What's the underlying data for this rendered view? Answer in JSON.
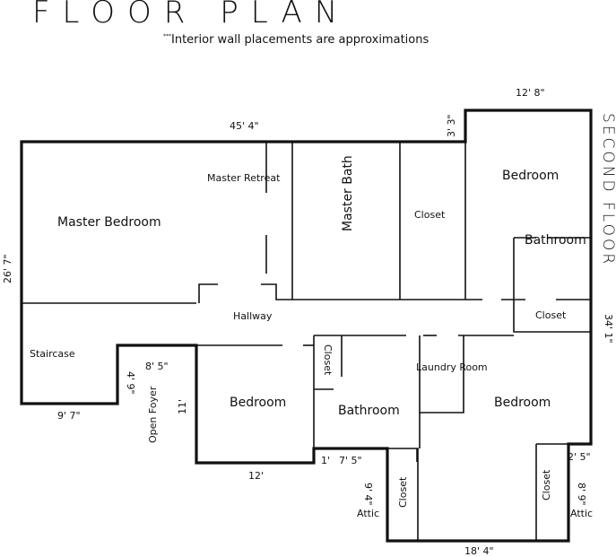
{
  "header": {
    "title": "FLOOR PLAN",
    "note_mark": "***",
    "note": "Interior wall placements are approximations",
    "floor_label": "SECOND FLOOR"
  },
  "rooms": {
    "master_bedroom": "Master Bedroom",
    "master_retreat": "Master Retreat",
    "master_bath": "Master Bath",
    "closet_master": "Closet",
    "bedroom_ne": "Bedroom",
    "bathroom_ne": "Bathroom",
    "closet_ne": "Closet",
    "hallway": "Hallway",
    "staircase": "Staircase",
    "open_foyer": "Open Foyer",
    "bedroom_sw": "Bedroom",
    "closet_mid": "Closet",
    "bathroom_mid": "Bathroom",
    "laundry": "Laundry Room",
    "bedroom_se": "Bedroom",
    "closet_attic_w": "Closet",
    "closet_attic_e": "Closet",
    "attic_w": "Attic",
    "attic_e": "Attic"
  },
  "dimensions": {
    "top_width": "45' 4\"",
    "ne_width": "12' 8\"",
    "step": "3' 3\"",
    "left_height": "26' 7\"",
    "right_height": "34' 1\"",
    "stair_width": "9' 7\"",
    "foyer_width": "8' 5\"",
    "foyer_depth": "4' 9\"",
    "foyer_height": "11'",
    "bedroom_sw_width": "12'",
    "notch_a": "1'",
    "notch_b": "7' 5\"",
    "attic_w_depth": "9' 4\"",
    "attic_e_depth": "8' 9\"",
    "attic_e_step": "2' 5\"",
    "bottom_width": "18' 4\""
  }
}
